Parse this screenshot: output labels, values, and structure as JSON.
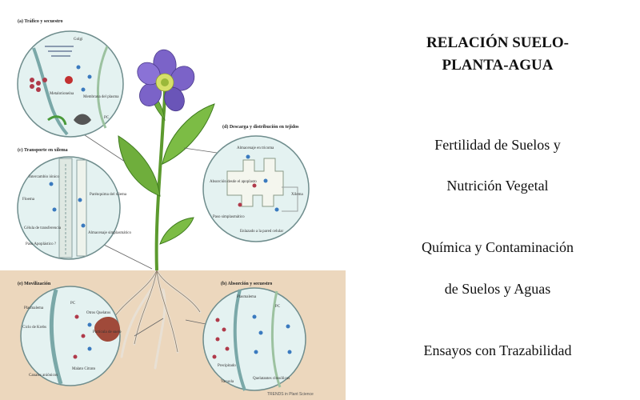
{
  "title": {
    "line1": "RELACIÓN SUELO-",
    "line2": "PLANTA-AGUA"
  },
  "menu": [
    "Fertilidad de Suelos y",
    "Nutrición Vegetal",
    "Química y Contaminación",
    "de Suelos y Aguas",
    "Ensayos con Trazabilidad"
  ],
  "figure": {
    "panels": {
      "a": {
        "title": "(a) Tráfico y secuestro",
        "labels": [
          "Golgi",
          "Metalotioneína",
          "Membrana del plasma",
          "PC"
        ]
      },
      "c": {
        "title": "(c) Transporte en xilema",
        "labels": [
          "Intercambio iónico",
          "Floema",
          "Parénquima del xilema",
          "Célula de transferencia",
          "Almacenaje simplasmático",
          "Paso Apoplástico ?"
        ]
      },
      "d": {
        "title": "(d) Descarga y distribución en tejidos",
        "labels": [
          "Almacenaje en tricoma",
          "Absorción desde el apoplasto",
          "Xilema",
          "Paso simplasmático",
          "Enlazado a la pared celular"
        ]
      },
      "e": {
        "title": "(e) Movilización",
        "labels": [
          "Plasmalema",
          "PC",
          "Otros Quelatos",
          "Ciclo de Krebs",
          "Malato Citrato",
          "Canales aniónicos",
          "Partícula de suelo"
        ]
      },
      "b": {
        "title": "(b) Absorción y secuestro",
        "labels": [
          "Plasmalema",
          "PC",
          "Precipitado",
          "Vacuola",
          "Quelatantes citosólicos"
        ]
      }
    },
    "credit": "TRENDS in Plant Science",
    "colors": {
      "soil": "#ecd7bd",
      "leaf": "#6fae3c",
      "petal": "#7b63c8",
      "circle_fill": "#e4f2f1",
      "circle_stroke": "#6f8d8d"
    }
  }
}
